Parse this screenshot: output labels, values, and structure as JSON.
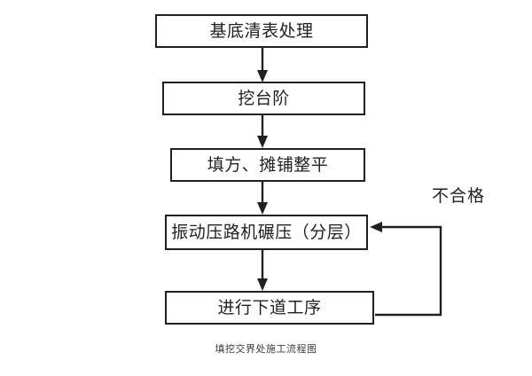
{
  "diagram": {
    "title": "填挖交界处施工流程图",
    "type": "flowchart",
    "orientation": "top-to-bottom",
    "colors": {
      "stroke": "#231f20",
      "background": "#ffffff",
      "text": "#231f20",
      "caption_text": "#3b3b3b"
    },
    "nodes": [
      {
        "id": "n1",
        "label": "基底清表处理",
        "shape": "rectangle"
      },
      {
        "id": "n2",
        "label": "挖台阶",
        "shape": "rectangle"
      },
      {
        "id": "n3",
        "label": "填方、摊铺整平",
        "shape": "rectangle"
      },
      {
        "id": "n4",
        "label": "振动压路机碾压（分层）",
        "shape": "rectangle"
      },
      {
        "id": "n5",
        "label": "进行下道工序",
        "shape": "rectangle"
      }
    ],
    "edges": [
      {
        "from": "n1",
        "to": "n2",
        "label": "",
        "arrow": true
      },
      {
        "from": "n2",
        "to": "n3",
        "label": "",
        "arrow": true
      },
      {
        "from": "n3",
        "to": "n4",
        "label": "",
        "arrow": true
      },
      {
        "from": "n4",
        "to": "n5",
        "label": "",
        "arrow": true
      },
      {
        "from": "n5",
        "to": "n4",
        "label": "不合格",
        "arrow": true,
        "style": "feedback-loop-right"
      }
    ],
    "edge_labels": {
      "feedback": "不合格"
    }
  }
}
